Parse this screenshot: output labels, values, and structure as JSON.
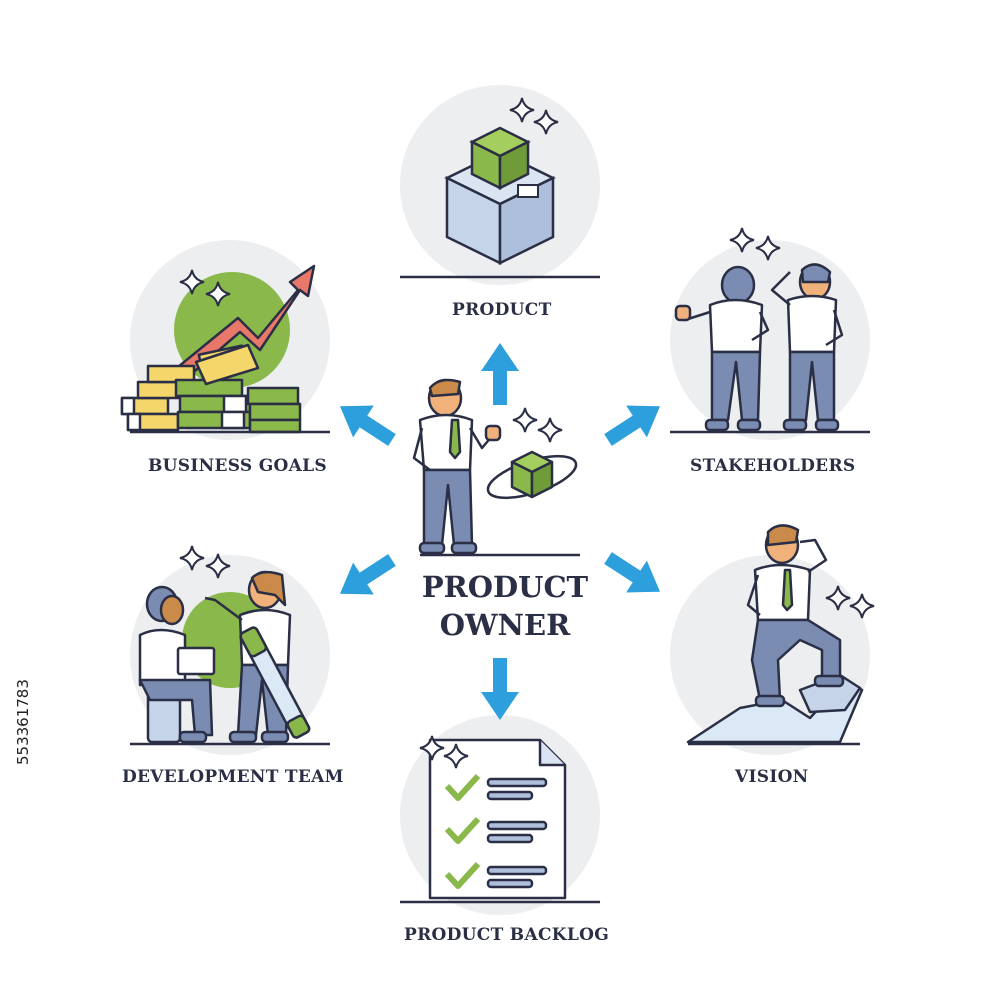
{
  "center": {
    "title_line1": "PRODUCT",
    "title_line2": "OWNER"
  },
  "nodes": {
    "product": "PRODUCT",
    "stakeholders": "STAKEHOLDERS",
    "vision": "VISION",
    "product_backlog": "PRODUCT BACKLOG",
    "development_team": "DEVELOPMENT TEAM",
    "business_goals": "BUSINESS GOALS"
  },
  "stock_id": "553361783",
  "colors": {
    "ink": "#2b2f45",
    "arrow": "#2d9fdc",
    "accent_green": "#8ab84a",
    "circle_gray": "#eceef0",
    "box_blue": "#c6d4ea",
    "trend_arrow": "#e8786a",
    "pants_blue": "#7b8cb3"
  },
  "icons": [
    "product-box-icon",
    "stakeholders-icon",
    "vision-climber-icon",
    "backlog-document-icon",
    "development-team-icon",
    "business-goals-icon",
    "product-owner-figure-icon",
    "sparkle-icon",
    "arrow-icon"
  ]
}
